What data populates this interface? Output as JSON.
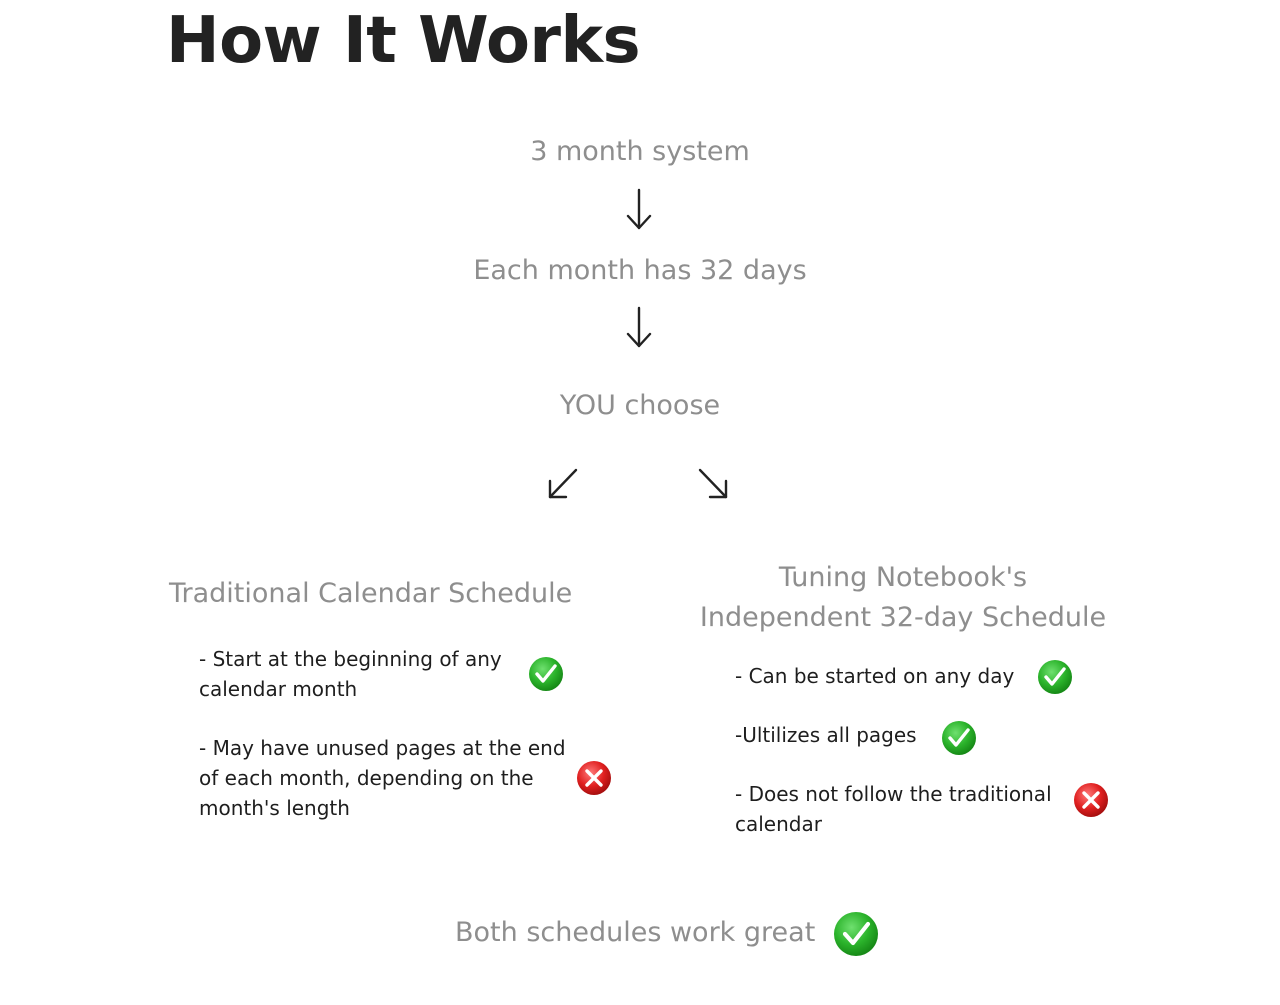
{
  "title": "How It Works",
  "flow": {
    "step1": "3 month system",
    "step2": "Each month has 32 days",
    "step3": "YOU choose"
  },
  "left": {
    "heading": "Traditional Calendar Schedule",
    "items": [
      {
        "lines": [
          "- Start at the beginning of any",
          "calendar month"
        ],
        "status": "check"
      },
      {
        "lines": [
          "- May have unused pages at the end",
          "of each month, depending on the",
          "month's length"
        ],
        "status": "cross"
      }
    ]
  },
  "right": {
    "heading_lines": [
      "Tuning Notebook's",
      "Independent 32-day Schedule"
    ],
    "items": [
      {
        "lines": [
          "- Can be started on any day"
        ],
        "status": "check"
      },
      {
        "lines": [
          "-Ultilizes all pages"
        ],
        "status": "check"
      },
      {
        "lines": [
          "- Does not follow the traditional",
          "calendar"
        ],
        "status": "cross"
      }
    ]
  },
  "footer": {
    "text": "Both schedules work great",
    "status": "check"
  },
  "colors": {
    "title": "#222222",
    "flow_text": "#8e8e8e",
    "check_green": "#2bb32b",
    "cross_red": "#e02020"
  }
}
